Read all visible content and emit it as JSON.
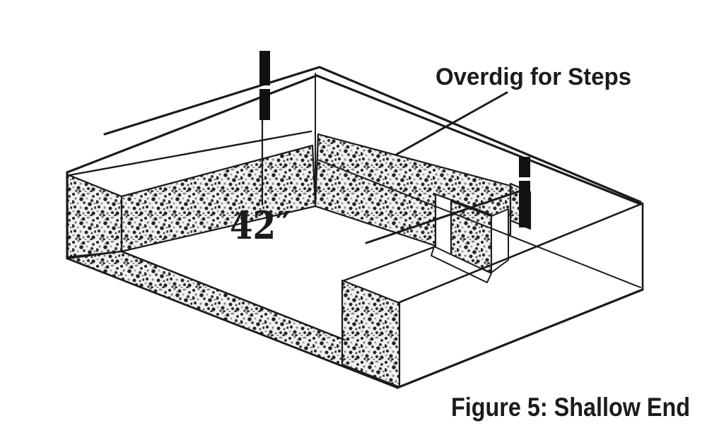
{
  "figure": {
    "title_label": "Overdig for Steps",
    "depth_label": "42″",
    "caption": "Figure 5: Shallow End",
    "colors": {
      "ink": "#1b1b1b",
      "background": "#ffffff",
      "stipple_base": "#f1f1ef"
    },
    "elements": {
      "stakes": "grade-stake-icon",
      "walls": "excavated-earth-walls",
      "step_recess": "step-overdig-alcove"
    }
  }
}
